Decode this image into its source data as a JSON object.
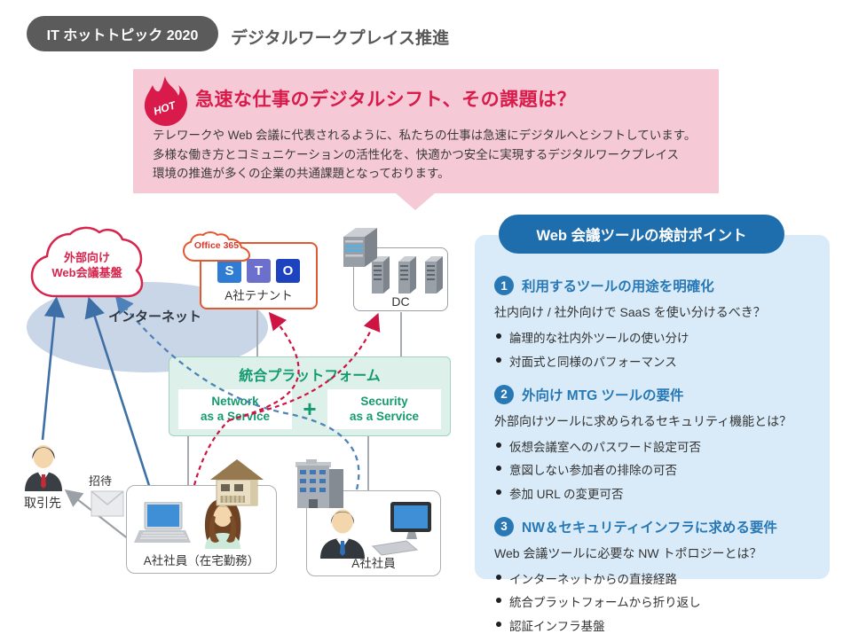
{
  "header": {
    "badge": "IT ホットトピック 2020",
    "title": "デジタルワークプレイス推進"
  },
  "hero": {
    "hot_label": "HOT",
    "headline": "急速な仕事のデジタルシフト、その課題は？",
    "body_lines": [
      "テレワークや Web 会議に代表されるように、私たちの仕事は急速にデジタルへとシフトしています。",
      "多様な働き方とコミュニケーションの活性化を、快適かつ安全に実現するデジタルワークプレイス",
      "環境の推進が多くの企業の共通課題となっております。"
    ]
  },
  "diagram": {
    "cloud_label_line1": "外部向け",
    "cloud_label_line2": "Web会議基盤",
    "internet_label": "インターネット",
    "office365_badge": "Office 365",
    "tenant": {
      "letters": [
        "S",
        "T",
        "O"
      ],
      "label": "A社テナント"
    },
    "dc_label": "DC",
    "platform": {
      "title": "統合プラットフォーム",
      "left_line1": "Network",
      "left_line2": "as a Service",
      "plus": "+",
      "right_line1": "Security",
      "right_line2": "as a Service"
    },
    "partner_label": "取引先",
    "invite_label": "招待",
    "home_worker_label": "A社社員（在宅勤務）",
    "office_worker_label": "A社社員"
  },
  "panel": {
    "title": "Web 会議ツールの検討ポイント",
    "sections": [
      {
        "num": "1",
        "heading": "利用するツールの用途を明確化",
        "question": "社内向け / 社外向けで SaaS を使い分けるべき？",
        "bullets": [
          "論理的な社内外ツールの使い分け",
          "対面式と同様のパフォーマンス"
        ]
      },
      {
        "num": "2",
        "heading": "外向け MTG ツールの要件",
        "question": "外部向けツールに求められるセキュリティ機能とは？",
        "bullets": [
          "仮想会議室へのパスワード設定可否",
          "意図しない参加者の排除の可否",
          "参加 URL の変更可否"
        ]
      },
      {
        "num": "3",
        "heading": "NW＆セキュリティインフラに求める要件",
        "question": "Web 会議ツールに必要な NW トポロジーとは？",
        "bullets": [
          "インターネットからの直接経路",
          "統合プラットフォームから折り返し",
          "認証インフラ基盤"
        ]
      }
    ]
  },
  "colors": {
    "accent_red": "#D81B4A",
    "hero_pink": "#F5C9D6",
    "badge_gray": "#5B5B5B",
    "panel_bg": "#D9EBF8",
    "panel_pill_blue": "#1E6EAE",
    "heading_blue": "#2878B5",
    "platform_green": "#159A70",
    "platform_bg": "#DDF1EA",
    "cloud_red": "#D7244C",
    "tenant_border": "#E2582F",
    "tile_s": "#2E7CD4",
    "tile_t": "#6C70CC",
    "tile_o": "#1D44BE",
    "blue_solid_arrow": "#3E6FA6",
    "blue_dashed_arrow": "#4E82B8",
    "red_dashed_arrow": "#CE1443",
    "gray_line": "#9AA0A6",
    "internet_ellipse": "#C9D6E7"
  }
}
